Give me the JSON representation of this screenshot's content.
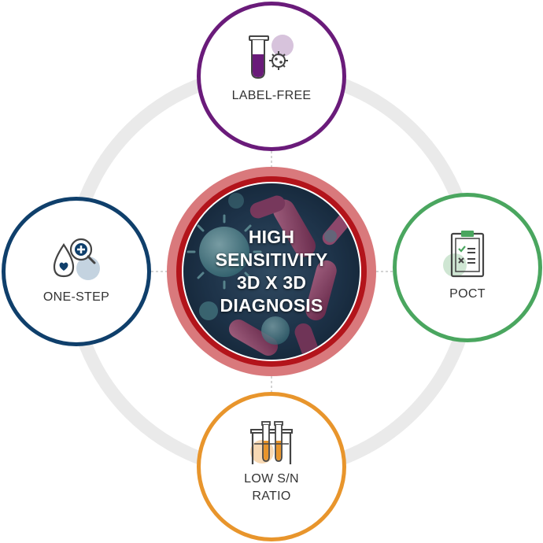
{
  "center": {
    "title": "HIGH\nSENSITIVITY\n3D X 3D\nDIAGNOSIS"
  },
  "features": [
    {
      "label": "LABEL-FREE",
      "color": "#6a1b7a",
      "icon": "test-tube-virus-icon"
    },
    {
      "label": "POCT",
      "color": "#4aa65f",
      "icon": "clipboard-checklist-icon"
    },
    {
      "label": "LOW S/N\nRATIO",
      "color": "#e8952c",
      "icon": "test-tubes-rack-icon"
    },
    {
      "label": "ONE-STEP",
      "color": "#0f3f6b",
      "icon": "blood-drop-magnifier-icon"
    }
  ],
  "colors": {
    "ring": "#eaeaea",
    "center_outer": "#d9797c",
    "center_inner": "#b3141b",
    "connector": "#aaaaaa"
  }
}
